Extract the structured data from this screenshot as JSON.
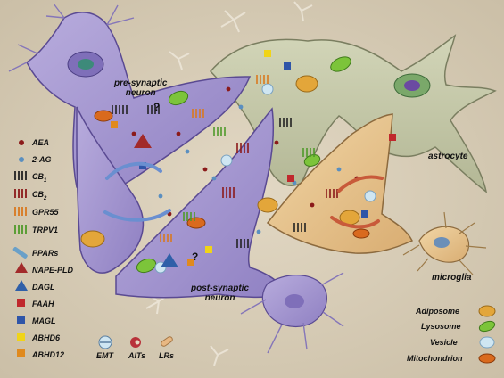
{
  "cells": {
    "pre_synaptic": "pre-synaptic\nneuron",
    "post_synaptic": "post-synaptic\nneuron",
    "astrocyte": "astrocyte",
    "microglia": "microglia"
  },
  "legend_left": [
    {
      "key": "aea",
      "label": "AEA",
      "icon": "dark-red-dot-icon",
      "color": "#8b1a1a"
    },
    {
      "key": "two_ag",
      "label": "2-AG",
      "icon": "blue-dot-icon",
      "color": "#5a8fc0"
    },
    {
      "key": "cb1",
      "label": "CB",
      "sub": "1",
      "icon": "cb1-receptor-icon",
      "color": "#222222"
    },
    {
      "key": "cb2",
      "label": "CB",
      "sub": "2",
      "icon": "cb2-receptor-icon",
      "color": "#8b1a1a"
    },
    {
      "key": "gpr55",
      "label": "GPR55",
      "icon": "gpr55-receptor-icon",
      "color": "#d9791f"
    },
    {
      "key": "trpv1",
      "label": "TRPV1",
      "icon": "trpv1-channel-icon",
      "color": "#4f9a2a"
    },
    {
      "key": "ppars",
      "label": "PPARs",
      "icon": "ppar-bar-icon",
      "color": "#6aa0c8"
    },
    {
      "key": "nape_pld",
      "label": "NAPE-PLD",
      "icon": "red-triangle-icon",
      "color": "#a22a2a"
    },
    {
      "key": "dagl",
      "label": "DAGL",
      "icon": "blue-triangle-icon",
      "color": "#2f5fa8"
    },
    {
      "key": "faah",
      "label": "FAAH",
      "icon": "red-square-icon",
      "color": "#c0282d"
    },
    {
      "key": "magl",
      "label": "MAGL",
      "icon": "blue-square-icon",
      "color": "#2f55a8"
    },
    {
      "key": "abhd6",
      "label": "ABHD6",
      "icon": "yellow-square-icon",
      "color": "#f0d418"
    },
    {
      "key": "abhd12",
      "label": "ABHD12",
      "icon": "orange-square-icon",
      "color": "#e08a1e"
    }
  ],
  "legend_bottom": [
    {
      "key": "emt",
      "label": "EMT",
      "icon": "emt-icon"
    },
    {
      "key": "aits",
      "label": "AITs",
      "icon": "ait-icon"
    },
    {
      "key": "lrs",
      "label": "LRs",
      "icon": "lipid-raft-icon"
    }
  ],
  "legend_right": [
    {
      "key": "adiposome",
      "label": "Adiposome",
      "icon": "adiposome-icon",
      "color": "#e3a63a"
    },
    {
      "key": "lysosome",
      "label": "Lysosome",
      "icon": "lysosome-icon",
      "color": "#7cc43a"
    },
    {
      "key": "vesicle",
      "label": "Vesicle",
      "icon": "vesicle-icon",
      "color": "#cfe6f2"
    },
    {
      "key": "mitochondrion",
      "label": "Mitochondrion",
      "icon": "mitochondrion-icon",
      "color": "#d96a1e"
    }
  ],
  "colors": {
    "background": "#d8cdb8",
    "neuron_fill": "#a89ad0",
    "astrocyte_fill": "#c2c6a6",
    "microglia_fill": "#e6c594",
    "unknown_marker": "?"
  }
}
